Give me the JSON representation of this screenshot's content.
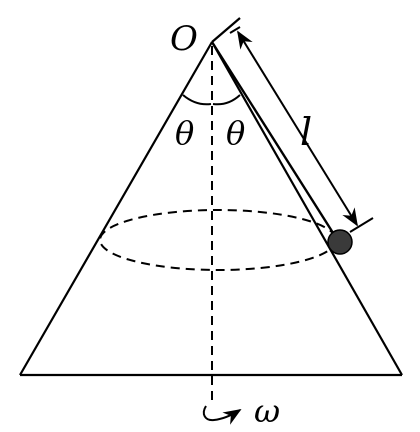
{
  "diagram": {
    "labels": {
      "apex": "O",
      "angle_left": "θ",
      "angle_right": "θ",
      "length": "l",
      "angular_velocity": "ω"
    },
    "colors": {
      "line": "#000000",
      "ball": "#3a3a3a",
      "background": "#ffffff"
    }
  }
}
